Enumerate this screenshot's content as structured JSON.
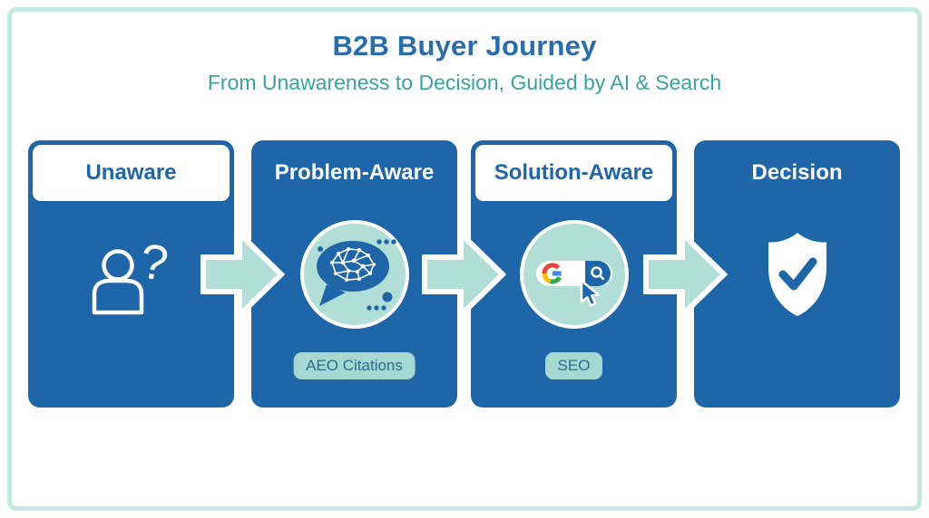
{
  "header": {
    "title": "B2B Buyer Journey",
    "subtitle": "From Unawareness to Decision, Guided by AI & Search"
  },
  "stages": [
    {
      "label": "Unaware",
      "icon": "person-question-icon",
      "badge": ""
    },
    {
      "label": "Problem-Aware",
      "icon": "ai-brain-chat-icon",
      "badge": "AEO Citations"
    },
    {
      "label": "Solution-Aware",
      "icon": "google-search-icon",
      "badge": "SEO"
    },
    {
      "label": "Decision",
      "icon": "shield-check-icon",
      "badge": ""
    }
  ],
  "arrows": [
    {
      "direction": "right"
    },
    {
      "direction": "right"
    },
    {
      "direction": "right"
    }
  ],
  "colors": {
    "card_blue": "#1e66a7",
    "title_blue": "#2b6cac",
    "subtitle_teal": "#3aa3a2",
    "mint": "#b2ded8",
    "badge_mint": "#a6d8d2",
    "badge_text": "#2c6c8c",
    "frame_border": "#c4e9e3",
    "google_blue": "#4285F4",
    "google_red": "#EA4335",
    "google_yellow": "#FBBC05",
    "google_green": "#34A853"
  }
}
